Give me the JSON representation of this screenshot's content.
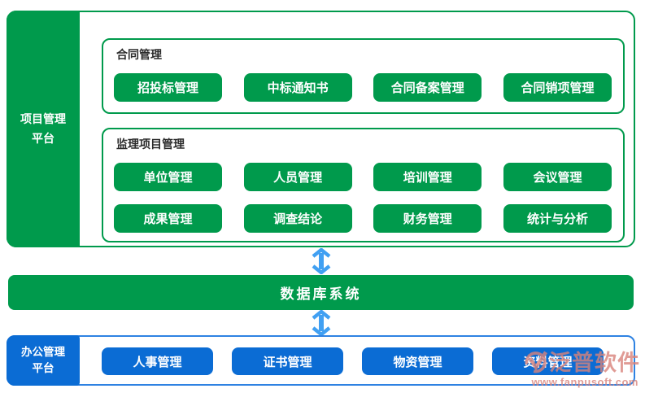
{
  "colors": {
    "green": "#009a4c",
    "blue": "#0b6cd4",
    "border_blue": "#2e82e2",
    "arrow_blue": "#41a0f2",
    "watermark_red": "#d9837b"
  },
  "project_platform": {
    "label_line1": "项目管理",
    "label_line2": "平台",
    "groups": [
      {
        "title": "合同管理",
        "buttons": [
          "招投标管理",
          "中标通知书",
          "合同备案管理",
          "合同销项管理"
        ]
      },
      {
        "title": "监理项目管理",
        "buttons": [
          "单位管理",
          "人员管理",
          "培训管理",
          "会议管理",
          "成果管理",
          "调查结论",
          "财务管理",
          "统计与分析"
        ]
      }
    ]
  },
  "database": {
    "label": "数据库系统"
  },
  "office_platform": {
    "label_line1": "办公管理",
    "label_line2": "平台",
    "buttons": [
      "人事管理",
      "证书管理",
      "物资管理",
      "资料管理"
    ]
  },
  "watermark": {
    "brand": "泛普软件",
    "url": "www.fanpusoft.com"
  }
}
